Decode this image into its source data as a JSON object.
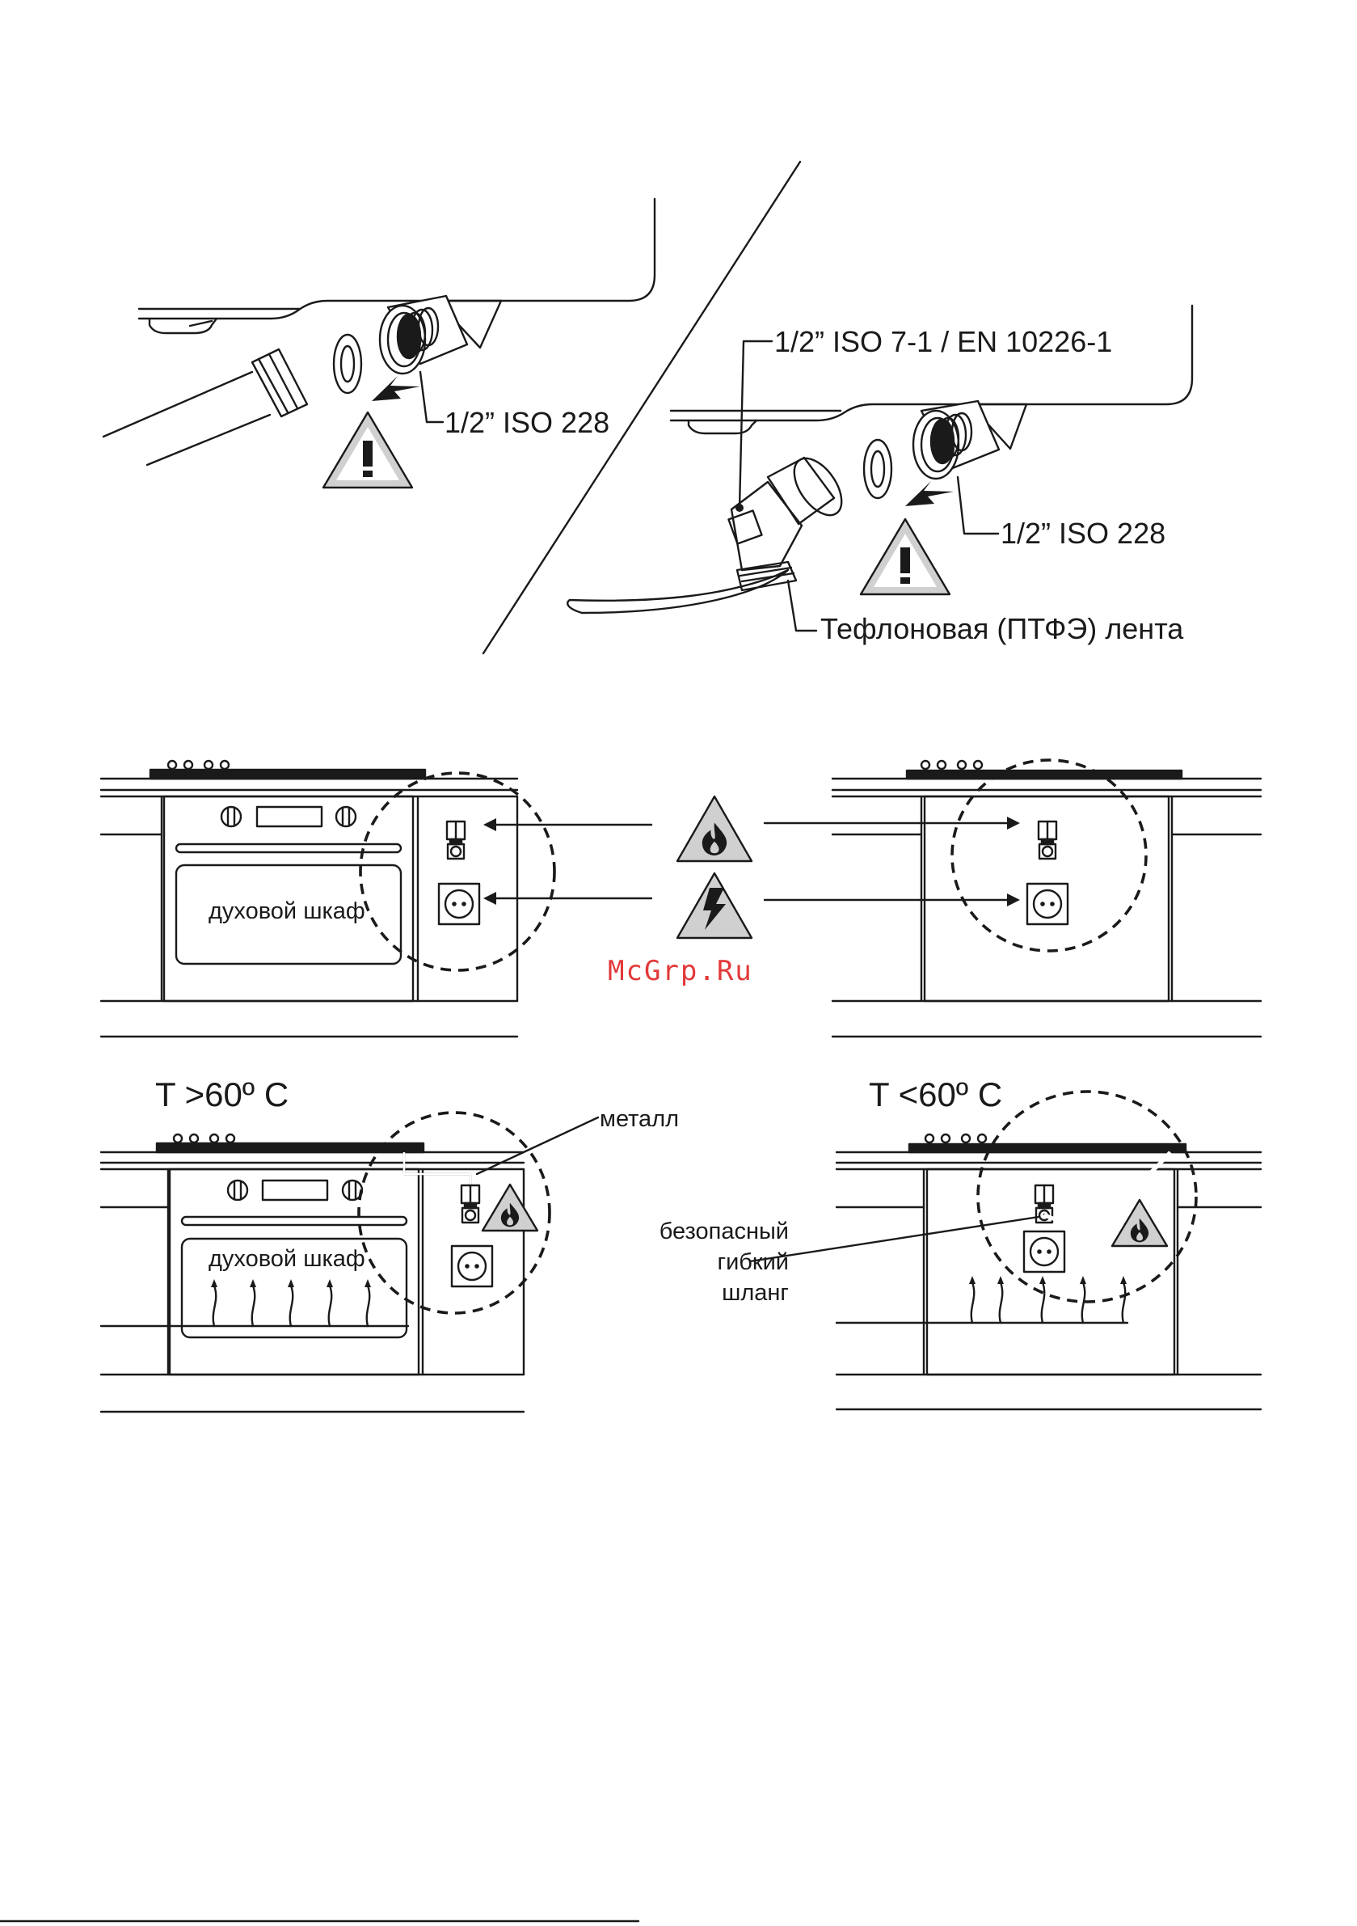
{
  "thread_labels": {
    "left_iso228": "1/2” ISO 228",
    "right_iso7": "1/2” ISO 7-1 / EN 10226-1",
    "right_iso228": "1/2” ISO 228",
    "ptfe_tape": "Тефлоновая (ПТФЭ) лента"
  },
  "cabinet_labels": {
    "oven_top": "духовой шкаф",
    "oven_bottom": "духовой шкаф"
  },
  "temperatures": {
    "hot": "T >60º C",
    "cool": "T <60º C"
  },
  "pipe_labels": {
    "metal": "металл",
    "hose_line1": "безопасный",
    "hose_line2": "гибкий",
    "hose_line3": "шланг"
  },
  "watermark": "McGrp.Ru",
  "icons": [
    "warning-triangle-icon",
    "flame-warning-icon",
    "electric-warning-icon",
    "gas-valve-icon",
    "power-socket-icon",
    "heat-wave-icon",
    "push-arrow-icon"
  ],
  "colors": {
    "ink": "#1a1a1a",
    "oven_fill": "#c9c9c9",
    "triangle_fill": "#d0d0d0",
    "watermark": "#e23a3a"
  }
}
